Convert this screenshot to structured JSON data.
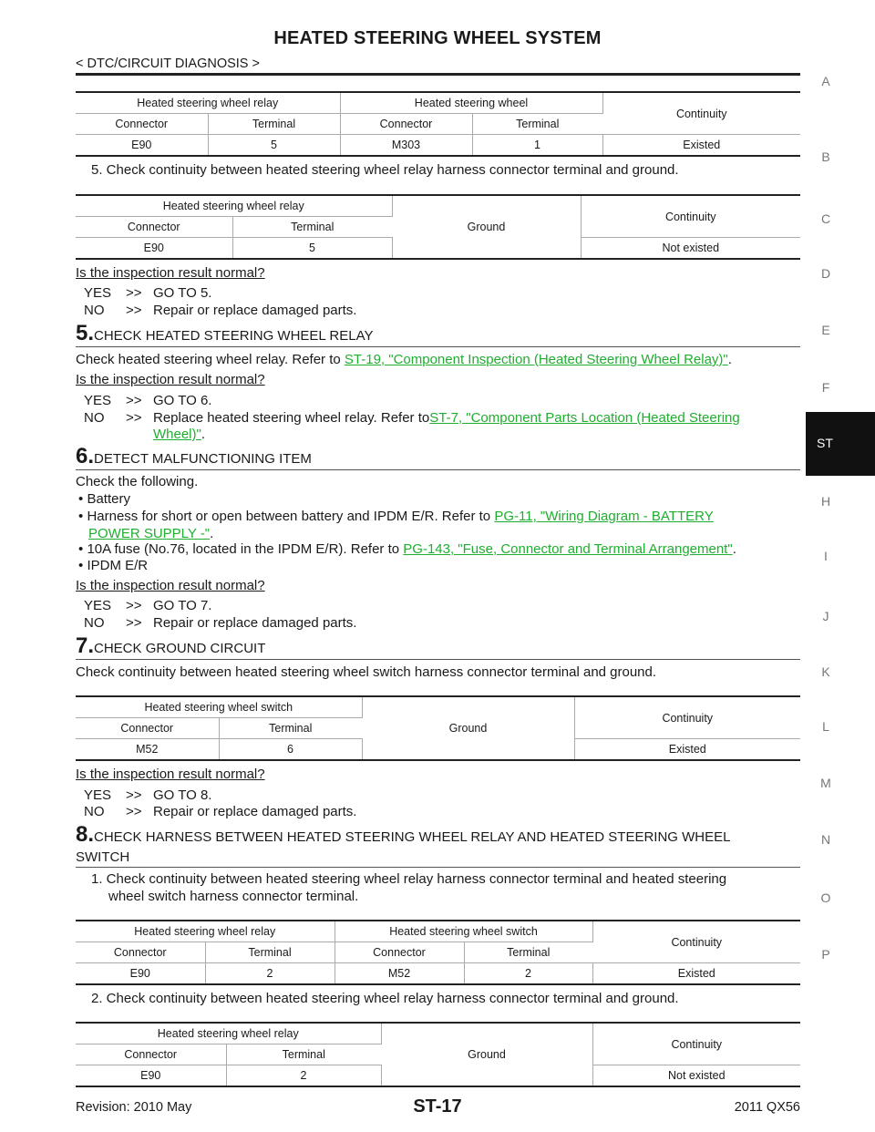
{
  "header": {
    "title": "HEATED STEERING WHEEL SYSTEM",
    "breadcrumb": "< DTC/CIRCUIT DIAGNOSIS >"
  },
  "side_index": {
    "letters": [
      "A",
      "B",
      "C",
      "D",
      "E",
      "F",
      "H",
      "I",
      "J",
      "K",
      "L",
      "M",
      "N",
      "O",
      "P"
    ],
    "active": "ST"
  },
  "table1": {
    "group_a": "Heated steering wheel relay",
    "group_b": "Heated steering wheel",
    "result_header": "Continuity",
    "col_connector": "Connector",
    "col_terminal": "Terminal",
    "row": [
      "E90",
      "5",
      "M303",
      "1",
      "Existed"
    ]
  },
  "para1": "5. Check continuity between heated steering wheel relay harness connector terminal and ground.",
  "table2": {
    "group_a": "Heated steering wheel relay",
    "ground": "Ground",
    "result_header": "Continuity",
    "col_connector": "Connector",
    "col_terminal": "Terminal",
    "row": [
      "E90",
      "5",
      "Not existed"
    ]
  },
  "question": "Is the inspection result normal?",
  "yes_label": "YES",
  "no_label": "NO",
  "arrow": ">>",
  "yn1": {
    "yes": "GO TO 5.",
    "no": "Repair or replace damaged parts."
  },
  "step5": {
    "num": "5.",
    "title": "CHECK HEATED STEERING WHEEL RELAY",
    "text": "Check heated steering wheel relay. Refer to ",
    "link": "ST-19, \"Component Inspection (Heated Steering Wheel Relay)\"",
    "end": "."
  },
  "yn2": {
    "yes": "GO TO 6.",
    "no_text": "Replace heated steering wheel relay. Refer to ",
    "no_link1": "ST-7, \"Component Parts Location (Heated Steering",
    "no_link2": "Wheel)\"",
    "no_end": "."
  },
  "step6": {
    "num": "6.",
    "title": "DETECT MALFUNCTIONING ITEM",
    "intro": "Check the following.",
    "bullet1": "Battery",
    "bullet2_text": "Harness for short or open between battery and IPDM E/R. Refer to ",
    "bullet2_link1": "PG-11, \"Wiring Diagram - BATTERY",
    "bullet2_link2": "POWER SUPPLY -\"",
    "bullet3_text": "10A fuse (No.76, located in the IPDM E/R). Refer to ",
    "bullet3_link": "PG-143, \"Fuse, Connector and Terminal Arrangement\"",
    "bullet4": "IPDM E/R",
    "bullet_mark": "•",
    "end": "."
  },
  "yn3": {
    "yes": "GO TO 7.",
    "no": "Repair or replace damaged parts."
  },
  "step7": {
    "num": "7.",
    "title": "CHECK GROUND CIRCUIT",
    "text": "Check continuity between heated steering wheel switch harness connector terminal and ground."
  },
  "table3": {
    "group_a": "Heated steering wheel switch",
    "ground": "Ground",
    "result_header": "Continuity",
    "col_connector": "Connector",
    "col_terminal": "Terminal",
    "row": [
      "M52",
      "6",
      "Existed"
    ]
  },
  "yn4": {
    "yes": "GO TO 8.",
    "no": "Repair or replace damaged parts."
  },
  "step8": {
    "num": "8.",
    "title_line1": "CHECK HARNESS BETWEEN HEATED STEERING WHEEL RELAY AND HEATED STEERING WHEEL",
    "title_line2": "SWITCH",
    "item1_line1": "1.  Check continuity between heated steering wheel relay harness connector terminal and heated steering",
    "item1_line2": "wheel switch harness connector terminal.",
    "item2": "2.  Check continuity between heated steering wheel relay harness connector terminal and ground."
  },
  "table4": {
    "group_a": "Heated steering wheel relay",
    "group_b": "Heated steering wheel switch",
    "result_header": "Continuity",
    "col_connector": "Connector",
    "col_terminal": "Terminal",
    "row": [
      "E90",
      "2",
      "M52",
      "2",
      "Existed"
    ]
  },
  "table5": {
    "group_a": "Heated steering wheel relay",
    "ground": "Ground",
    "result_header": "Continuity",
    "col_connector": "Connector",
    "col_terminal": "Terminal",
    "row": [
      "E90",
      "2",
      "Not existed"
    ]
  },
  "footer": {
    "revision": "Revision: 2010 May",
    "page": "ST-17",
    "model": "2011 QX56"
  }
}
